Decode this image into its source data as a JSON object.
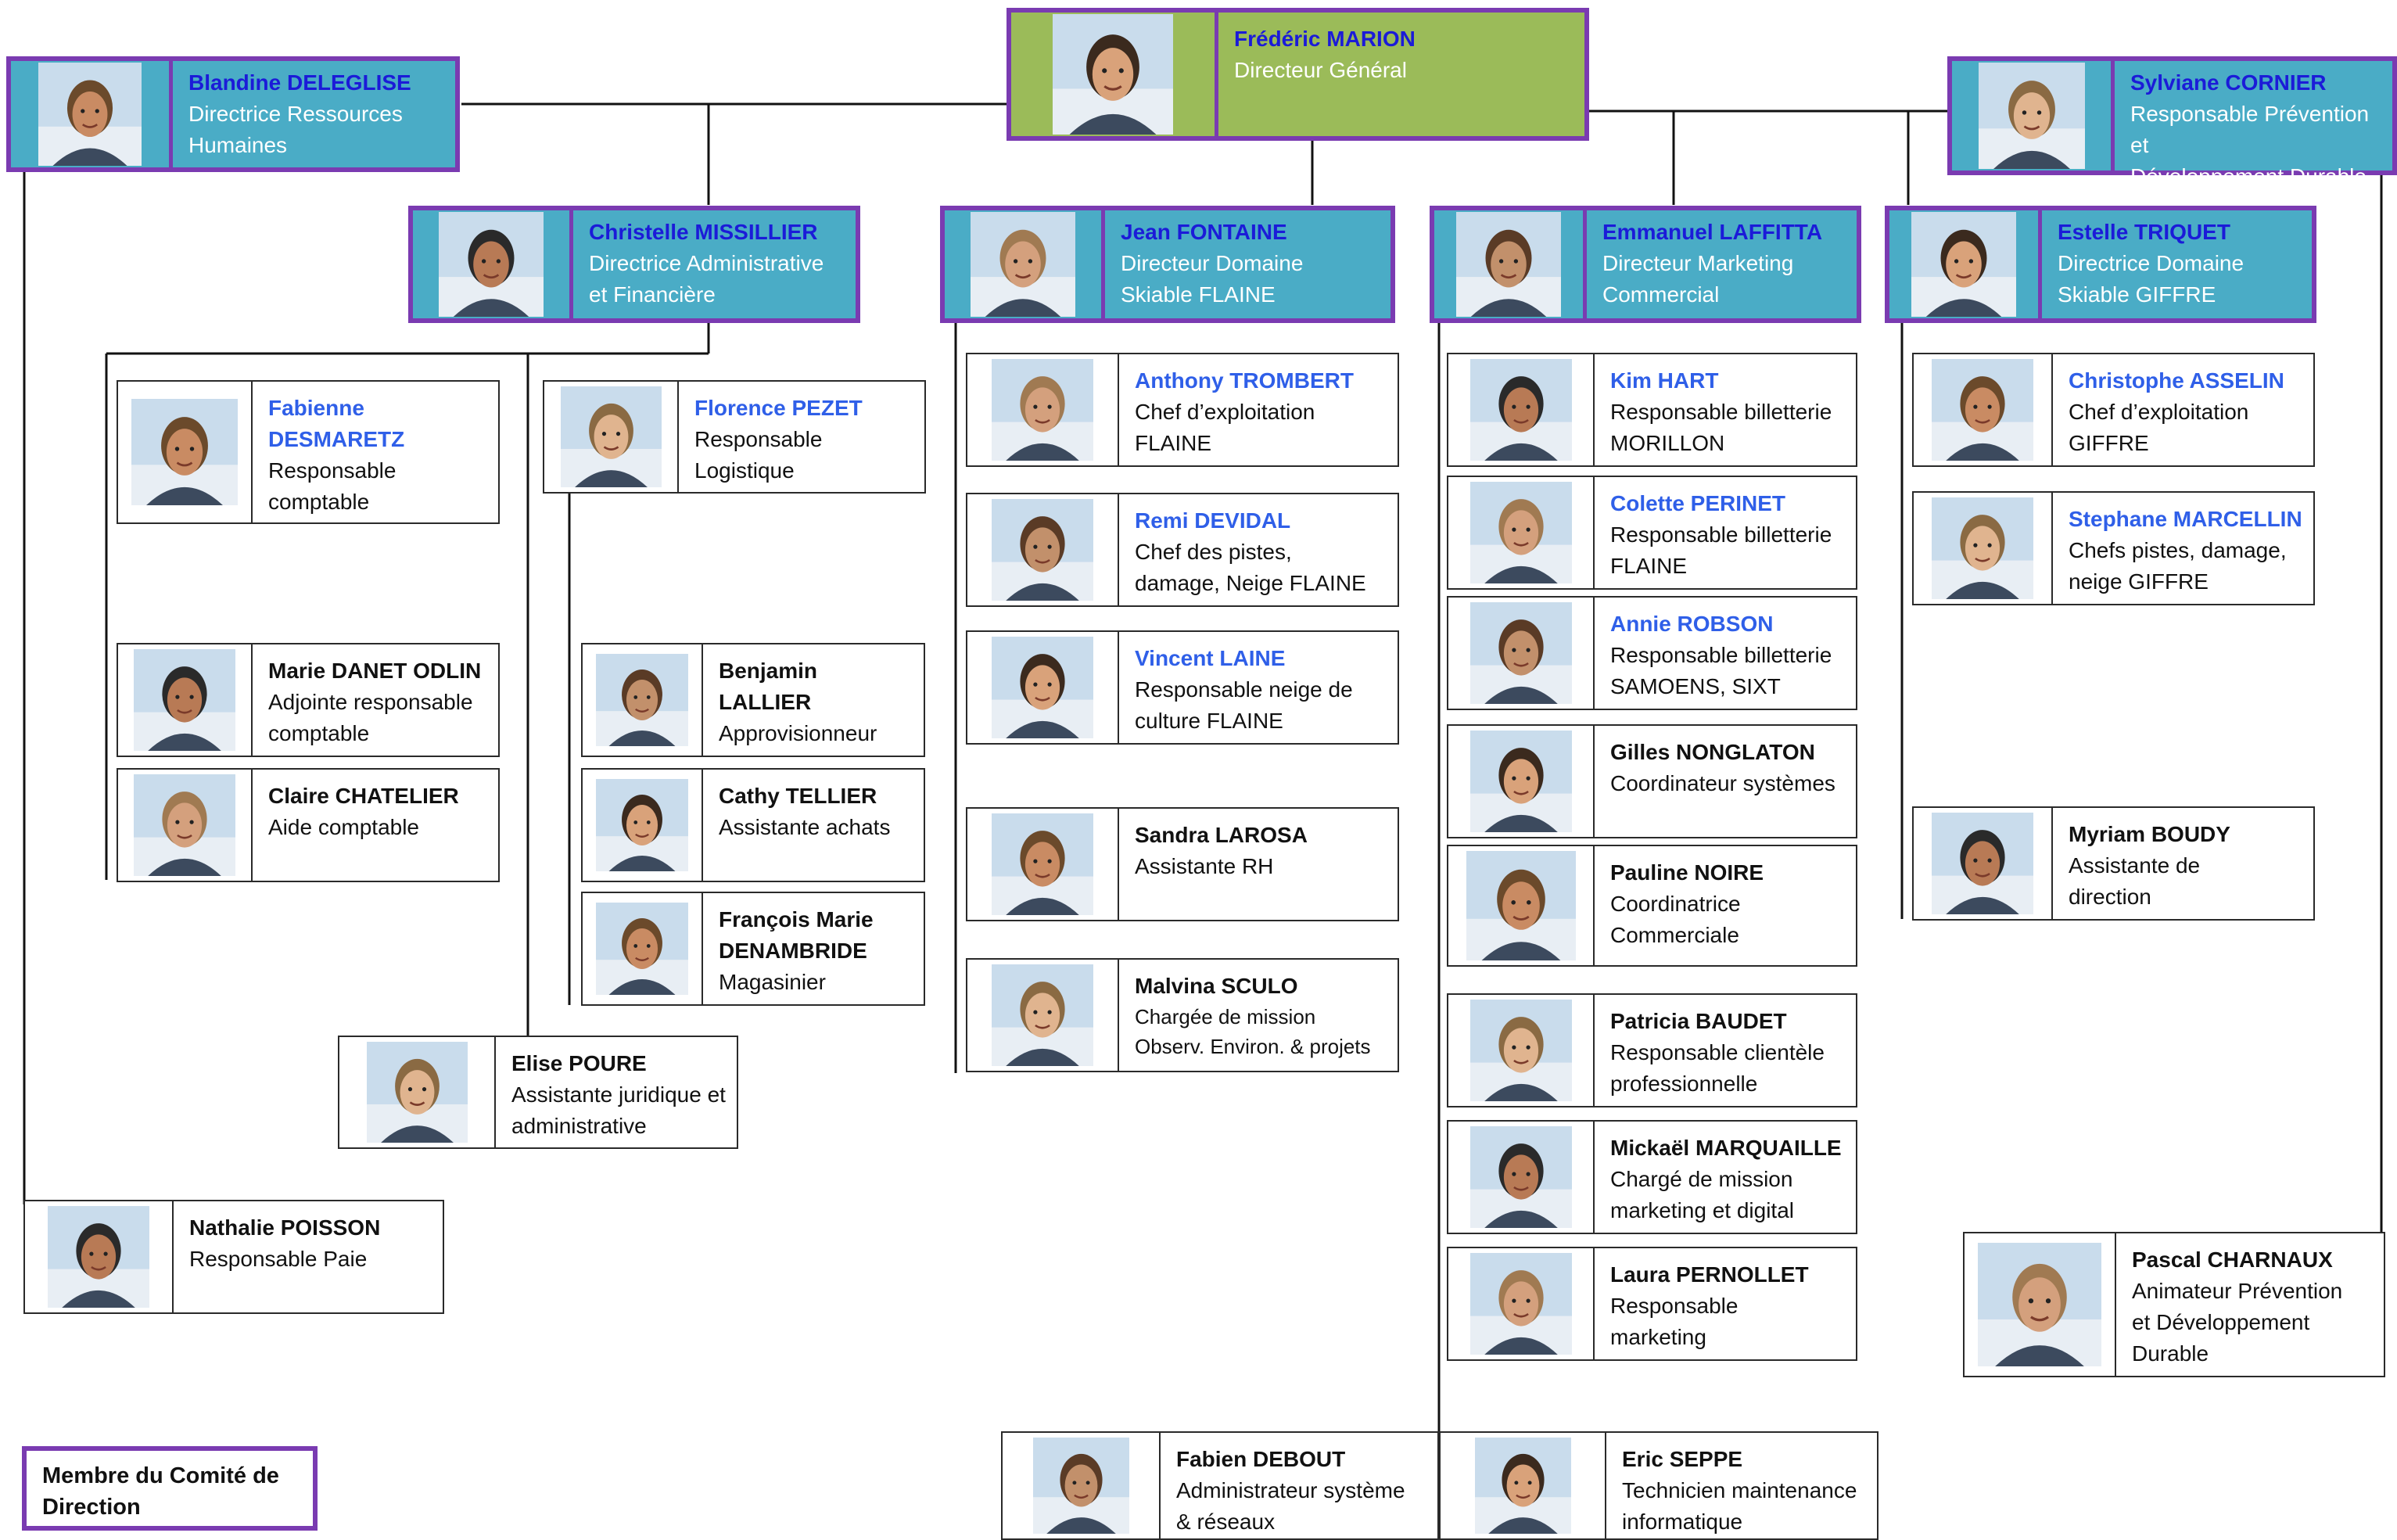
{
  "legend": "Membre du Comité de Direction",
  "people": {
    "marion": {
      "name": "Frédéric MARION",
      "role": "Directeur Général",
      "icon": "person-photo-icon"
    },
    "deleglise": {
      "name": "Blandine DELEGLISE",
      "role": "Directrice Ressources\nHumaines",
      "icon": "person-photo-icon"
    },
    "cornier": {
      "name": "Sylviane CORNIER",
      "role": "Responsable Prévention et\nDéveloppement Durable",
      "icon": "person-photo-icon"
    },
    "missillier": {
      "name": "Christelle MISSILLIER",
      "role": "Directrice Administrative\net Financière",
      "icon": "person-photo-icon"
    },
    "fontaine": {
      "name": "Jean FONTAINE",
      "role": "Directeur Domaine\nSkiable FLAINE",
      "icon": "person-photo-icon"
    },
    "laffitta": {
      "name": "Emmanuel LAFFITTA",
      "role": "Directeur Marketing\nCommercial",
      "icon": "person-photo-icon"
    },
    "triquet": {
      "name": "Estelle TRIQUET",
      "role": "Directrice Domaine\nSkiable GIFFRE",
      "icon": "person-photo-icon"
    },
    "desmaretz": {
      "name": "Fabienne\nDESMARETZ",
      "role": "Responsable\ncomptable",
      "icon": "person-photo-icon"
    },
    "pezet": {
      "name": "Florence PEZET",
      "role": "Responsable\nLogistique",
      "icon": "person-photo-icon"
    },
    "danet": {
      "name": "Marie DANET ODLIN",
      "role": "Adjointe responsable\ncomptable",
      "icon": "person-photo-icon"
    },
    "chatelier": {
      "name": "Claire CHATELIER",
      "role": "Aide comptable",
      "icon": "person-photo-icon"
    },
    "lallier": {
      "name": "Benjamin LALLIER",
      "role": "Approvisionneur",
      "icon": "person-photo-icon"
    },
    "tellier": {
      "name": "Cathy TELLIER",
      "role": "Assistante achats",
      "icon": "person-photo-icon"
    },
    "denambride": {
      "name": "François Marie\nDENAMBRIDE",
      "role": "Magasinier",
      "icon": "person-photo-icon"
    },
    "poure": {
      "name": "Elise POURE",
      "role": "Assistante juridique et\nadministrative",
      "icon": "person-photo-icon"
    },
    "poisson": {
      "name": "Nathalie POISSON",
      "role": "Responsable  Paie",
      "icon": "person-photo-icon"
    },
    "trombert": {
      "name": "Anthony TROMBERT",
      "role": "Chef d’exploitation\nFLAINE",
      "icon": "person-photo-icon"
    },
    "devidal": {
      "name": "Remi DEVIDAL",
      "role": "Chef des pistes,\ndamage, Neige FLAINE",
      "icon": "person-photo-icon"
    },
    "laine": {
      "name": "Vincent LAINE",
      "role": "Responsable neige  de\nculture FLAINE",
      "icon": "person-photo-icon"
    },
    "larosa": {
      "name": "Sandra LAROSA",
      "role": "Assistante RH",
      "icon": "person-photo-icon"
    },
    "sculo": {
      "name": "Malvina SCULO",
      "role": "Chargée de mission\nObserv. Environ. & projets",
      "icon": "person-photo-icon"
    },
    "hart": {
      "name": "Kim HART",
      "role": "Responsable billetterie\nMORILLON",
      "icon": "person-photo-icon"
    },
    "perinet": {
      "name": "Colette PERINET",
      "role": "Responsable billetterie\nFLAINE",
      "icon": "person-photo-icon"
    },
    "robson": {
      "name": "Annie ROBSON",
      "role": "Responsable billetterie\nSAMOENS, SIXT",
      "icon": "person-photo-icon"
    },
    "nonglaton": {
      "name": "Gilles NONGLATON",
      "role": "Coordinateur systèmes",
      "icon": "person-photo-icon"
    },
    "noire": {
      "name": "Pauline NOIRE",
      "role": "Coordinatrice\nCommerciale",
      "icon": "person-photo-icon"
    },
    "baudet": {
      "name": "Patricia BAUDET",
      "role": "Responsable clientèle\nprofessionnelle",
      "icon": "person-photo-icon"
    },
    "marquaille": {
      "name": "Mickaël MARQUAILLE",
      "role": "Chargé de mission\nmarketing et digital",
      "icon": "person-photo-icon"
    },
    "pernollet": {
      "name": "Laura PERNOLLET",
      "role": "Responsable\nmarketing",
      "icon": "person-photo-icon"
    },
    "debout": {
      "name": "Fabien DEBOUT",
      "role": "Administrateur système\n& réseaux",
      "icon": "person-photo-icon"
    },
    "seppe": {
      "name": "Eric SEPPE",
      "role": "Technicien maintenance\ninformatique",
      "icon": "person-photo-icon"
    },
    "asselin": {
      "name": "Christophe ASSELIN",
      "role": "Chef d’exploitation\nGIFFRE",
      "icon": "person-photo-icon"
    },
    "marcellin": {
      "name": "Stephane MARCELLIN",
      "role": "Chefs pistes, damage,\nneige GIFFRE",
      "icon": "person-photo-icon"
    },
    "boudy": {
      "name": "Myriam BOUDY",
      "role": "Assistante de\ndirection",
      "icon": "person-photo-icon"
    },
    "charnaux": {
      "name": "Pascal CHARNAUX",
      "role": "Animateur Prévention\net Développement\nDurable",
      "icon": "person-photo-icon"
    }
  },
  "colors": {
    "committee_border": "#7a3bb1",
    "director_fill": "#4aacc6",
    "ceo_fill": "#9bbb59",
    "committee_name": "#1b1bd8",
    "manager_name": "#2f5fe8"
  }
}
